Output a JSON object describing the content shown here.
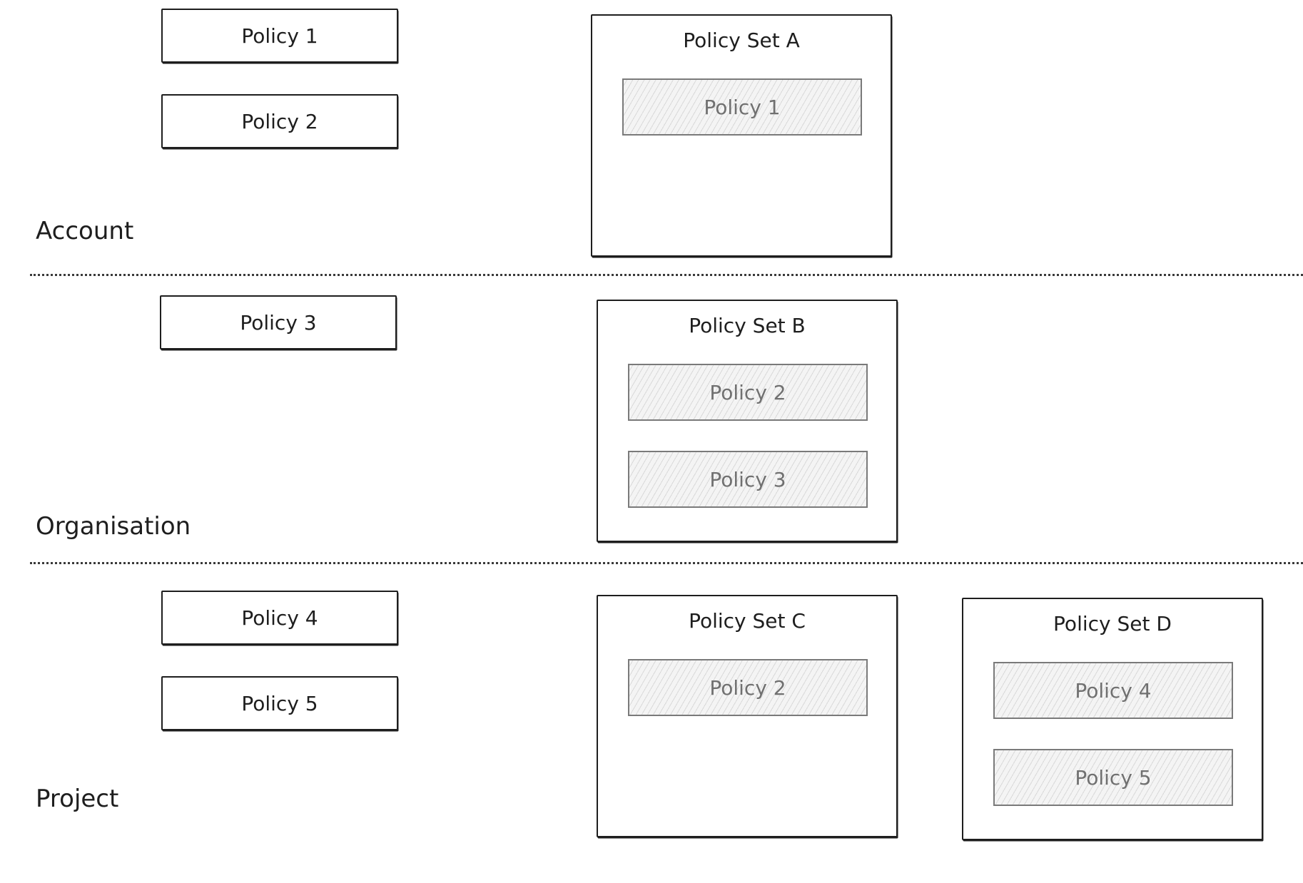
{
  "tiers": [
    {
      "label": "Account",
      "policies": [
        "Policy 1",
        "Policy 2"
      ],
      "policy_sets": [
        {
          "title": "Policy Set A",
          "members": [
            "Policy 1"
          ]
        }
      ]
    },
    {
      "label": "Organisation",
      "policies": [
        "Policy 3"
      ],
      "policy_sets": [
        {
          "title": "Policy Set B",
          "members": [
            "Policy 2",
            "Policy 3"
          ]
        }
      ]
    },
    {
      "label": "Project",
      "policies": [
        "Policy 4",
        "Policy 5"
      ],
      "policy_sets": [
        {
          "title": "Policy Set C",
          "members": [
            "Policy 2"
          ]
        },
        {
          "title": "Policy Set D",
          "members": [
            "Policy 4",
            "Policy 5"
          ]
        }
      ]
    }
  ],
  "colors": {
    "stroke": "#1e1e1e",
    "member_stroke": "#7a7a7a",
    "member_text": "#707070",
    "member_fill": "#f2f2f2"
  }
}
